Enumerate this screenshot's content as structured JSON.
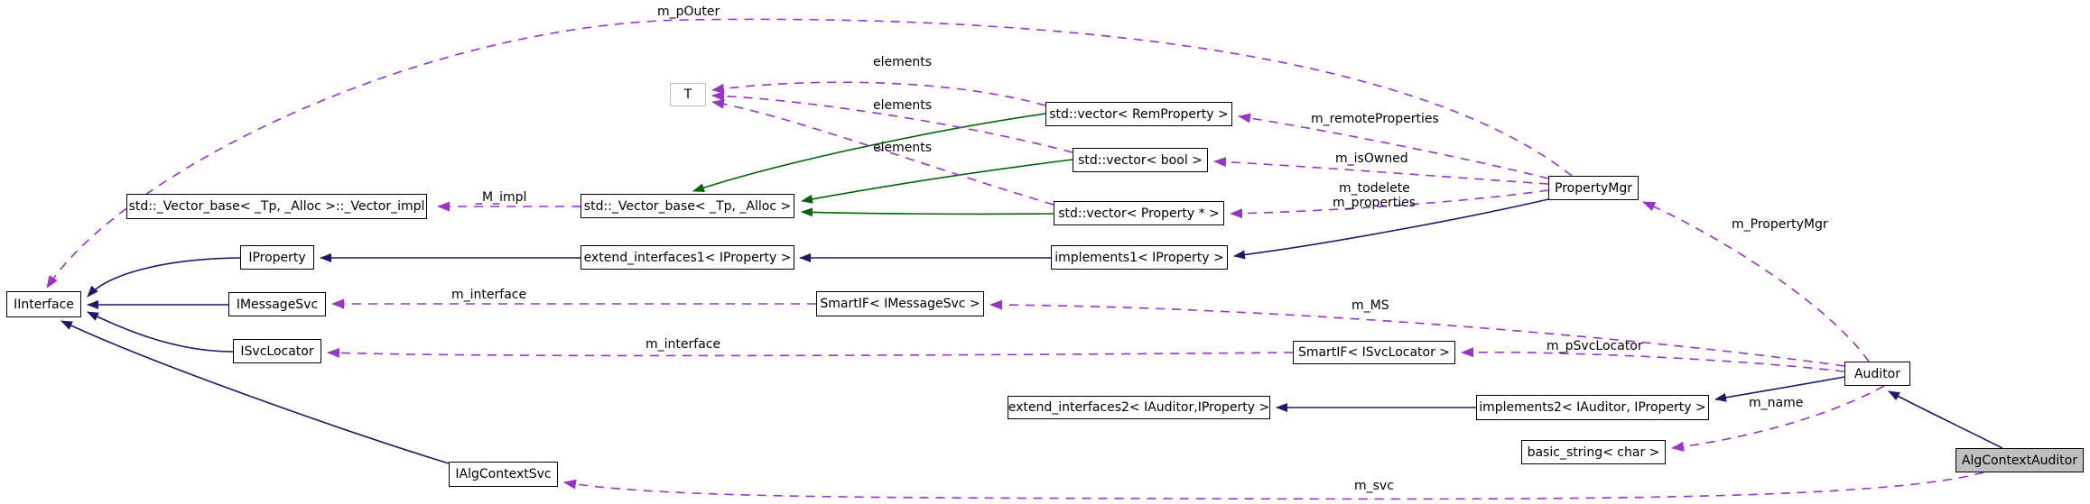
{
  "diagram": {
    "kind": "collaboration-graph",
    "highlighted_node": "AlgContextAuditor",
    "colors": {
      "inheritance_edge": "#191970",
      "usage_edge": "#9a32cd",
      "template_base_edge": "#006400",
      "node_border": "#000000",
      "node_fill": "#ffffff",
      "highlight_node_fill": "#bfbfbf",
      "template_param_border": "#bfbfbf"
    },
    "nodes": {
      "iinterface": "IInterface",
      "vector_impl": "std::_Vector_base< _Tp, _Alloc >::_Vector_impl",
      "iproperty": "IProperty",
      "imessagesvc": "IMessageSvc",
      "isvclocator": "ISvcLocator",
      "ialgcontextsvc": "IAlgContextSvc",
      "t": "T",
      "vector_base": "std::_Vector_base< _Tp, _Alloc >",
      "extend_interfaces1": "extend_interfaces1< IProperty >",
      "vec_remproperty": "std::vector< RemProperty >",
      "vec_bool": "std::vector< bool >",
      "vec_property": "std::vector< Property * >",
      "implements1": "implements1< IProperty >",
      "smartif_imessagesvc": "SmartIF< IMessageSvc >",
      "smartif_isvclocator": "SmartIF< ISvcLocator >",
      "extend_interfaces2": "extend_interfaces2< IAuditor,IProperty >",
      "implements2": "implements2< IAuditor, IProperty >",
      "basic_string": "basic_string< char >",
      "propertymgr": "PropertyMgr",
      "auditor": "Auditor",
      "algcontextauditor": "AlgContextAuditor"
    },
    "edge_labels": {
      "m_pouter": "m_pOuter",
      "elements_1": "elements",
      "elements_2": "elements",
      "elements_3": "elements",
      "m_remoteproperties": "m_remoteProperties",
      "m_isowned": "m_isOwned",
      "m_todelete": "m_todelete",
      "m_properties": "m_properties",
      "m_impl": "_M_impl",
      "m_interface_1": "m_interface",
      "m_interface_2": "m_interface",
      "m_ms": "m_MS",
      "m_psvclocator": "m_pSvcLocator",
      "m_name": "m_name",
      "m_propertymgr": "m_PropertyMgr",
      "m_svc": "m_svc"
    }
  }
}
